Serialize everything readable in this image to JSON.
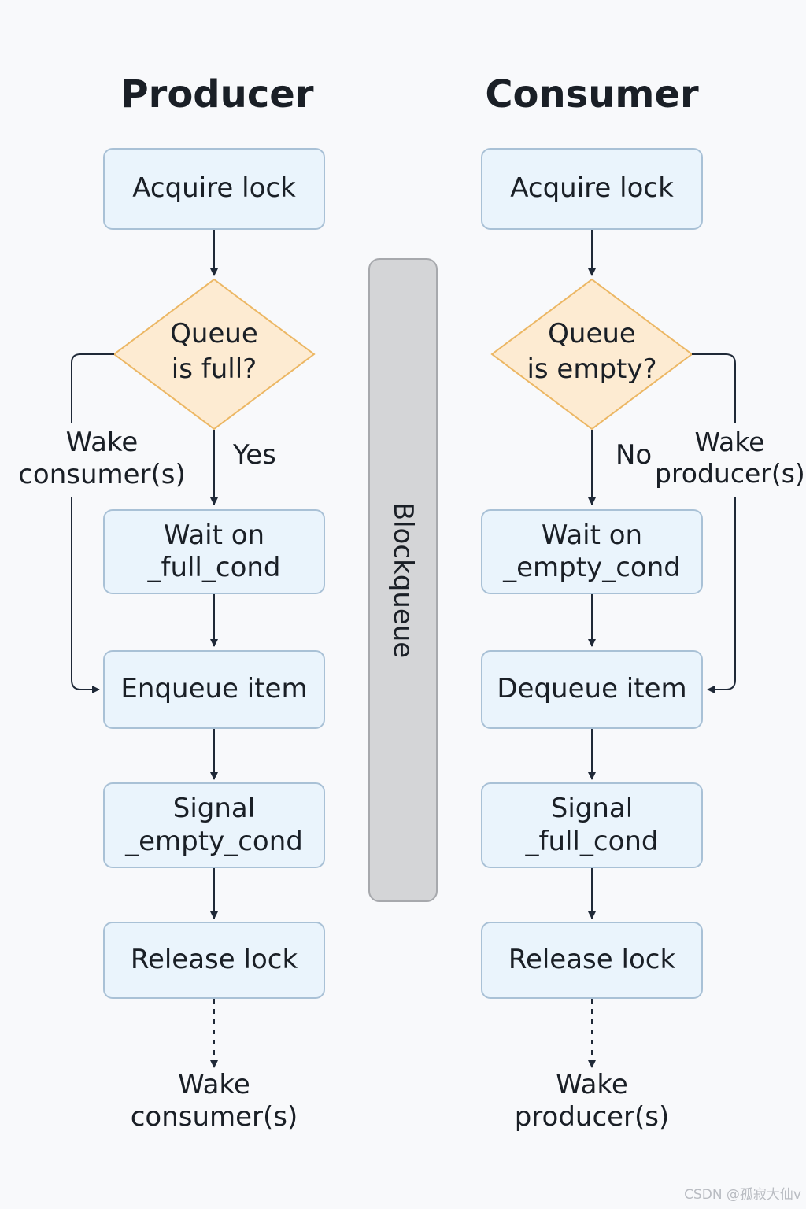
{
  "producer": {
    "title": "Producer",
    "acquire": "Acquire lock",
    "decision": "Queue\nis full?",
    "yes_label": "Yes",
    "wake_side": "Wake\nconsumer(s)",
    "wait": "Wait on\n_full_cond",
    "enqueue": "Enqueue item",
    "signal": "Signal\n_empty_cond",
    "release": "Release lock",
    "wake_bottom": "Wake\nconsumer(s)"
  },
  "consumer": {
    "title": "Consumer",
    "acquire": "Acquire lock",
    "decision": "Queue\nis empty?",
    "no_label": "No",
    "wake_side": "Wake\nproducer(s)",
    "wait": "Wait on\n_empty_cond",
    "dequeue": "Dequeue item",
    "signal": "Signal\n_full_cond",
    "release": "Release lock",
    "wake_bottom": "Wake\nproducer(s)"
  },
  "blockqueue": {
    "label": "Blockqueue"
  },
  "watermark": "CSDN @孤寂大仙v",
  "colors": {
    "box_fill": "#eaf4fc",
    "box_border": "#a9c1d6",
    "diamond_fill": "#fdebd2",
    "diamond_border": "#ecb764",
    "blockqueue_fill": "#d4d5d7",
    "arrow": "#1f2937"
  }
}
